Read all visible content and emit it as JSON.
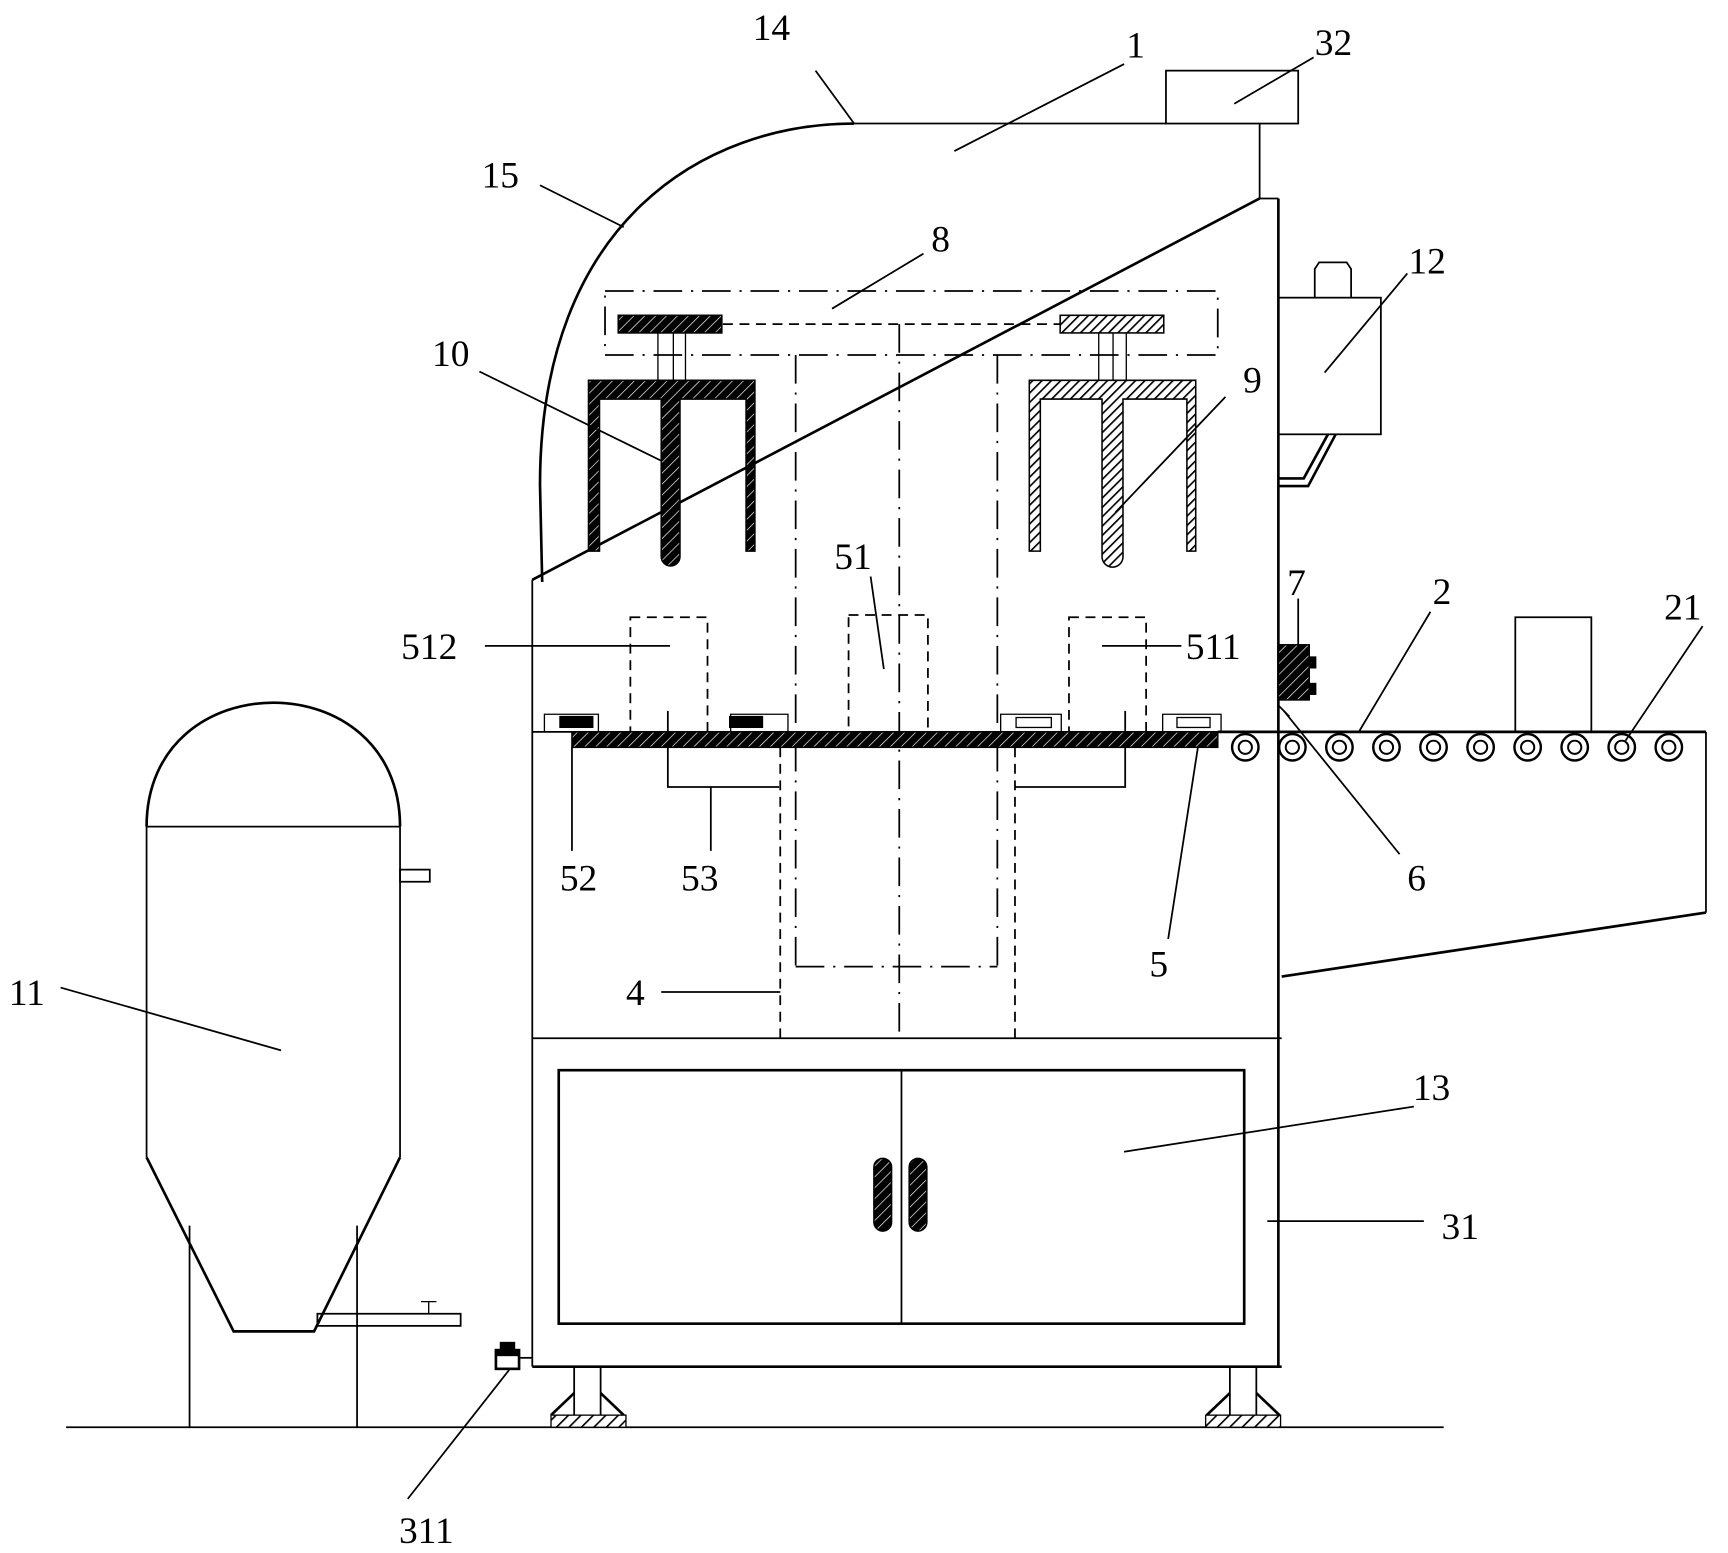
{
  "figure": {
    "title": "Mixing / stirring machine side elevation (patent drawing)",
    "labels": {
      "l1": "1",
      "l2": "2",
      "l4": "4",
      "l5": "5",
      "l6": "6",
      "l7": "7",
      "l8": "8",
      "l9": "9",
      "l10": "10",
      "l11": "11",
      "l12": "12",
      "l13": "13",
      "l14": "14",
      "l15": "15",
      "l21": "21",
      "l31": "31",
      "l32": "32",
      "l51": "51",
      "l52": "52",
      "l53": "53",
      "l311": "311",
      "l511": "511",
      "l512": "512"
    },
    "components": [
      {
        "ref": "1",
        "name": "housing"
      },
      {
        "ref": "2",
        "name": "conveyor"
      },
      {
        "ref": "4",
        "name": "lifting column"
      },
      {
        "ref": "5",
        "name": "platform"
      },
      {
        "ref": "6",
        "name": "door edge"
      },
      {
        "ref": "7",
        "name": "sensor"
      },
      {
        "ref": "8",
        "name": "transmission"
      },
      {
        "ref": "9",
        "name": "stirrer (right)"
      },
      {
        "ref": "10",
        "name": "stirrer (left)"
      },
      {
        "ref": "11",
        "name": "storage tank"
      },
      {
        "ref": "12",
        "name": "dispenser"
      },
      {
        "ref": "13",
        "name": "cabinet"
      },
      {
        "ref": "14",
        "name": "top panel"
      },
      {
        "ref": "15",
        "name": "curved hood"
      },
      {
        "ref": "21",
        "name": "rollers"
      },
      {
        "ref": "31",
        "name": "frame"
      },
      {
        "ref": "32",
        "name": "control box"
      },
      {
        "ref": "51",
        "name": "cup holder"
      },
      {
        "ref": "52",
        "name": "clamp"
      },
      {
        "ref": "53",
        "name": "slide rail"
      },
      {
        "ref": "311",
        "name": "drain valve"
      },
      {
        "ref": "511",
        "name": "cup position right"
      },
      {
        "ref": "512",
        "name": "cup position left"
      }
    ],
    "roller_count": 10
  }
}
